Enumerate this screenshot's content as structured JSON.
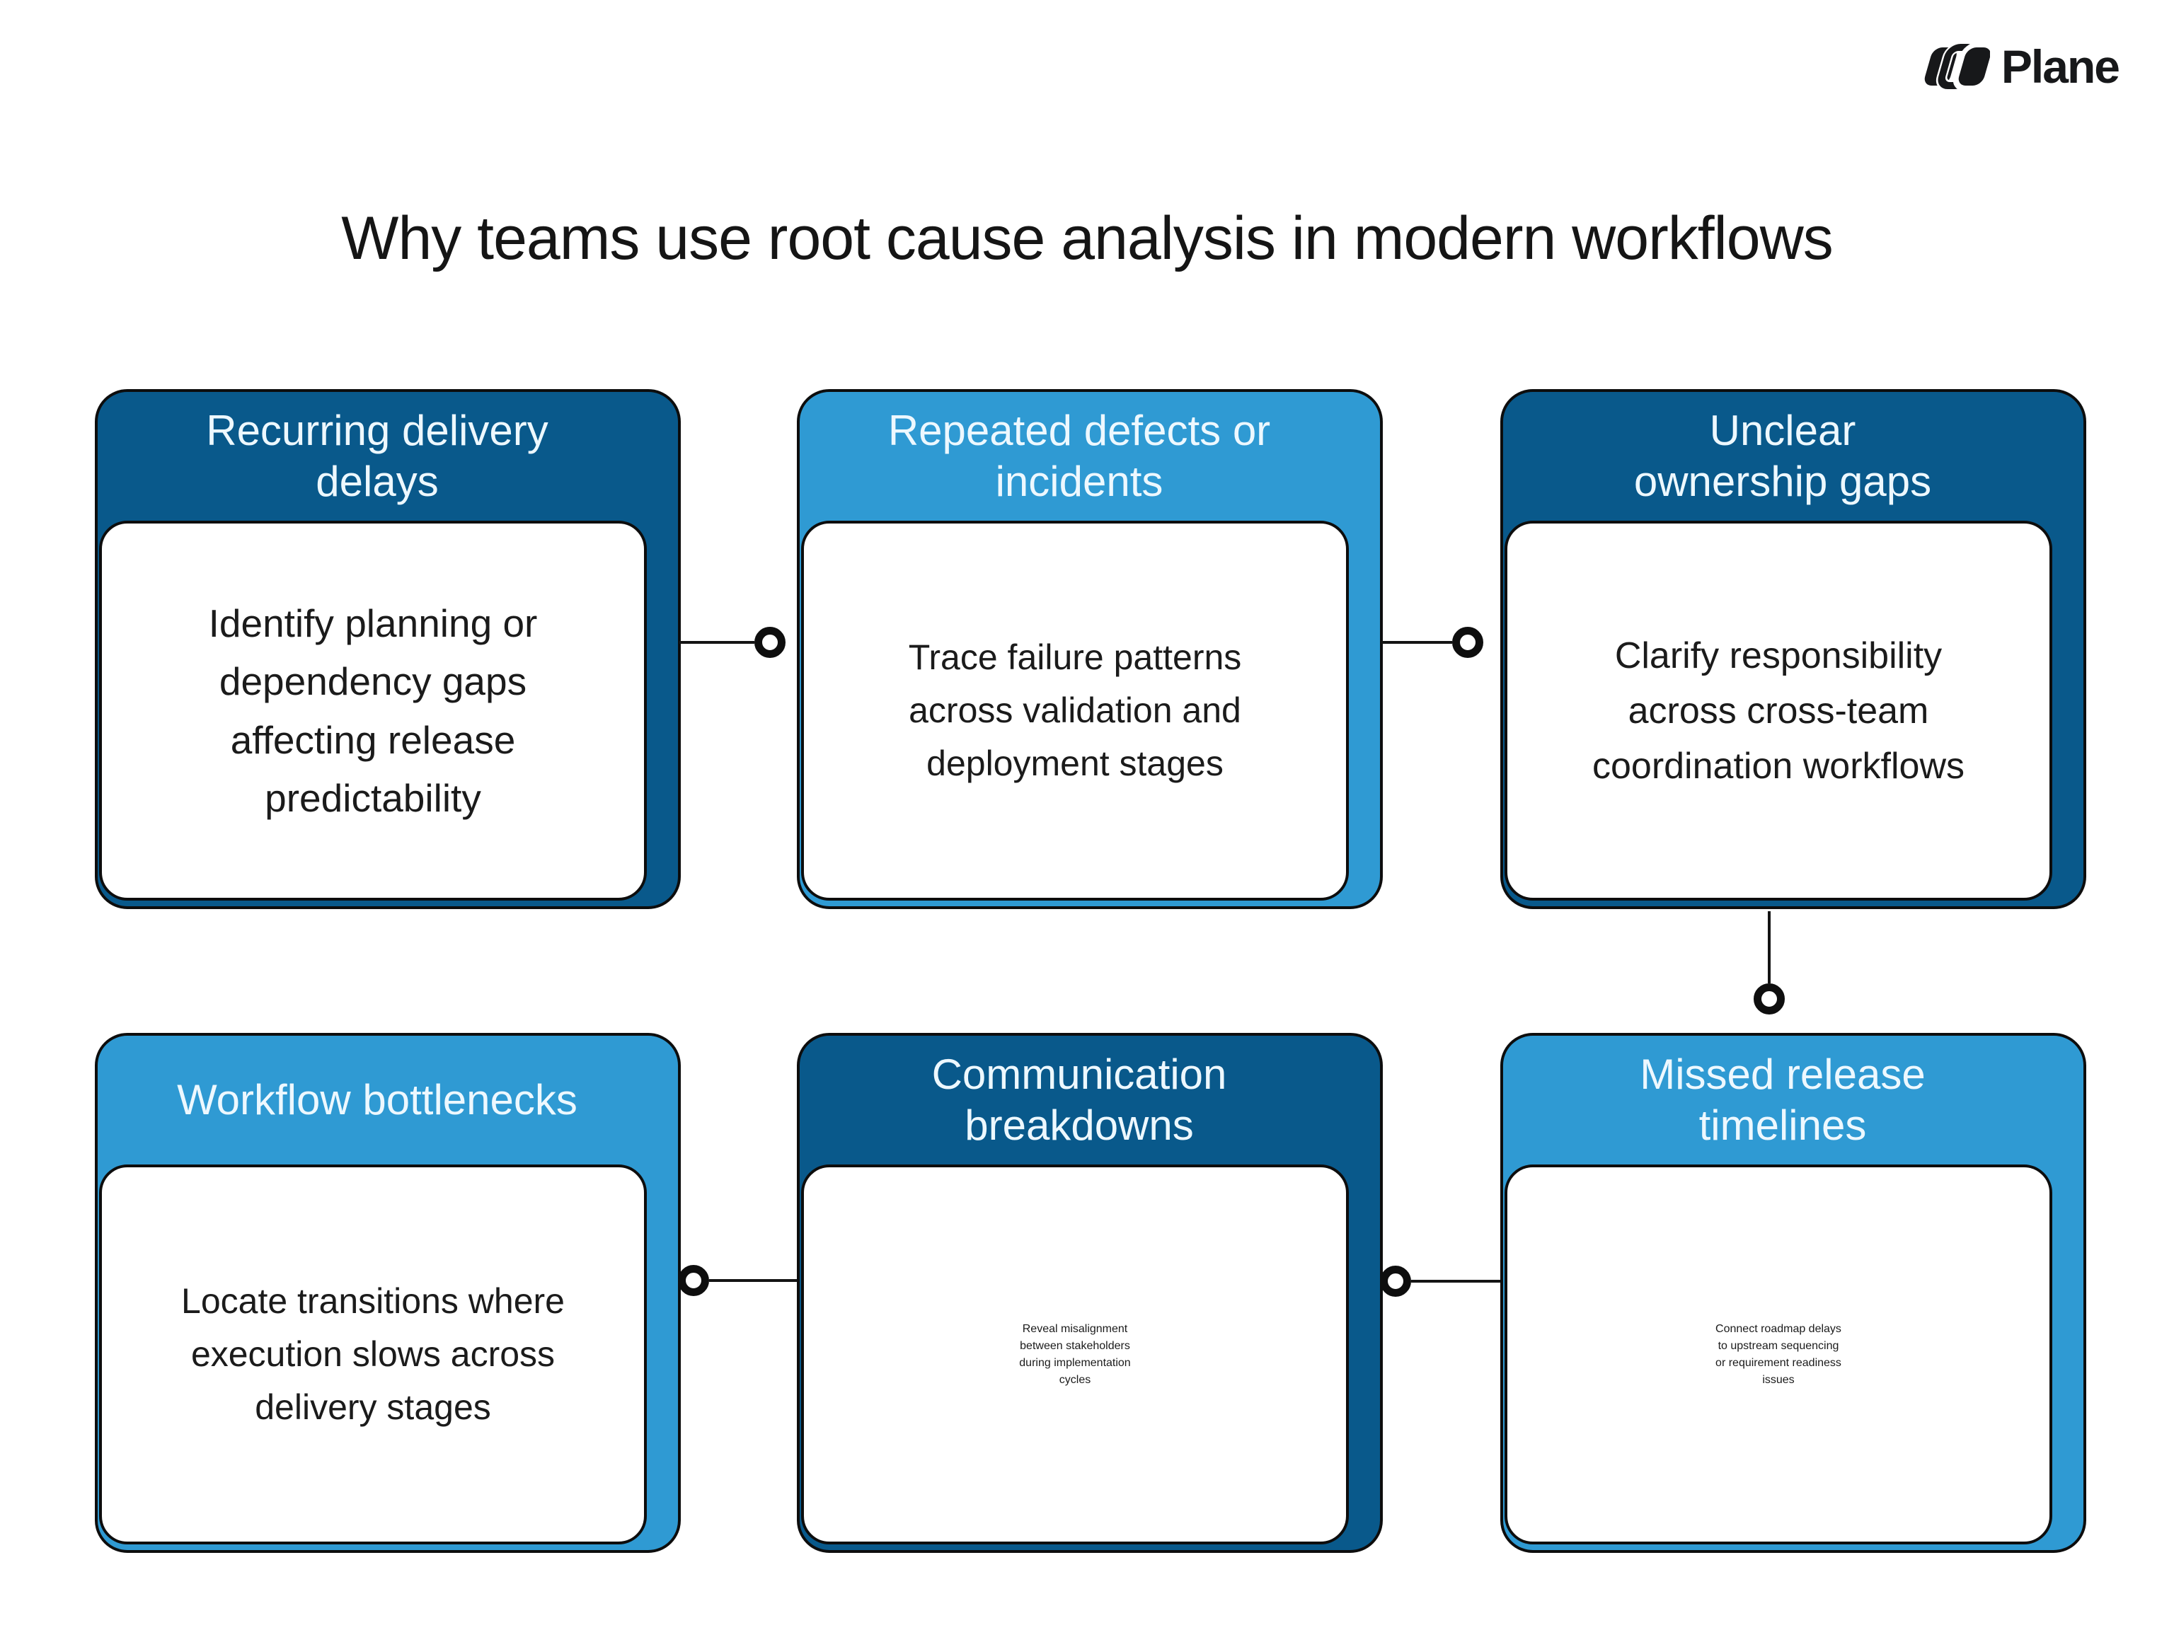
{
  "logo": {
    "brand": "Plane"
  },
  "title": "Why teams use root cause analysis in modern workflows",
  "colors": {
    "dark_blue": "#09598B",
    "light_blue": "#2F9AD3",
    "header_text": "#EDF8FF",
    "body_text": "#1B1B1B",
    "line_black": "#141414",
    "background": "#FFFFFF",
    "logo_black": "#17181A"
  },
  "cards": [
    {
      "variant": "dark",
      "header": "Recurring delivery\ndelays",
      "body": "Identify planning or\ndependency gaps\naffecting release\npredictability"
    },
    {
      "variant": "light",
      "header": "Repeated defects or\nincidents",
      "body": "Trace failure patterns\nacross validation and\ndeployment stages"
    },
    {
      "variant": "dark",
      "header": "Unclear\nownership gaps",
      "body": "Clarify responsibility\nacross cross-team\ncoordination workflows"
    },
    {
      "variant": "light",
      "header": "Workflow bottlenecks",
      "body": "Locate transitions where\nexecution slows across\ndelivery stages"
    },
    {
      "variant": "dark",
      "header": "Communication\nbreakdowns",
      "body": "Reveal misalignment\nbetween stakeholders\nduring implementation\ncycles"
    },
    {
      "variant": "light",
      "header": "Missed release\ntimelines",
      "body": "Connect roadmap delays\nto upstream sequencing\nor requirement readiness\nissues"
    }
  ]
}
